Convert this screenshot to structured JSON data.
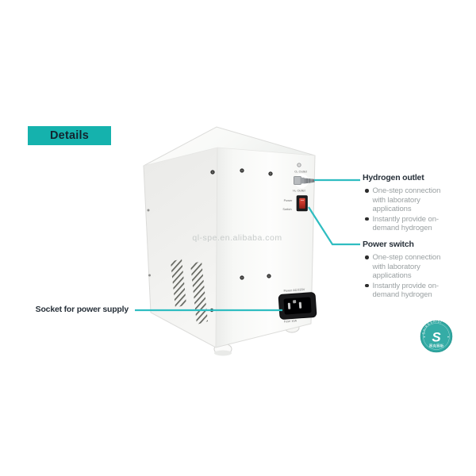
{
  "banner": {
    "label": "Details",
    "bg": "#15b2ad",
    "text_color": "#13242f"
  },
  "watermark": "ql-spe.en.alibaba.com",
  "accent_color": "#2fbdc1",
  "device": {
    "panel_labels": {
      "outlet_top": "O₂ Outlet",
      "outlet_bottom": "H₂ Outlet",
      "power": "Power",
      "switch": "Switch",
      "socket_top": "Power AC/220V",
      "socket_bottom": "Fuse 10A"
    }
  },
  "annotations": {
    "hydrogen_outlet": {
      "title": "Hydrogen outlet",
      "bullets": [
        "One-step connection with laboratory applications",
        "Instantly provide on-demand hydrogen"
      ]
    },
    "power_switch": {
      "title": "Power switch",
      "bullets": [
        "One-step connection with laboratory applications",
        "Instantly provide on-demand hydrogen"
      ]
    },
    "socket": {
      "label": "Socket for power supply"
    }
  },
  "logo": {
    "arc_text": "SAIKESAISI",
    "monogram": "S",
    "bottom_text": "赛克赛斯",
    "color": "#35aca6"
  }
}
